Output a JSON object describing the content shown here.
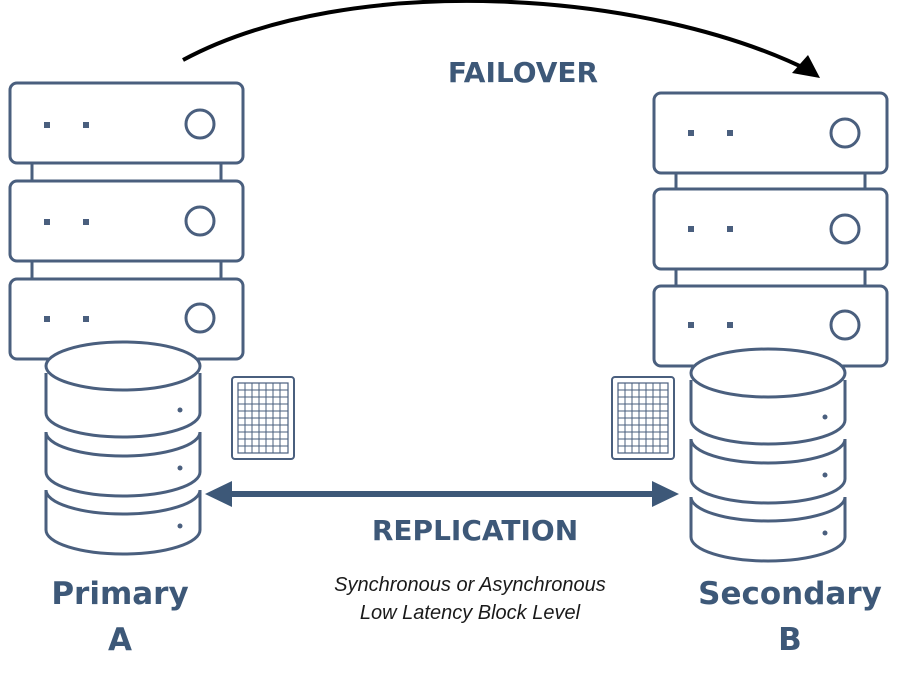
{
  "diagram": {
    "failover_label": "FAILOVER",
    "replication_label": "REPLICATION",
    "replication_caption": {
      "line1": "Synchronous or Asynchronous",
      "line2": "Low Latency Block Level"
    },
    "primary": {
      "name": "Primary",
      "id": "A"
    },
    "secondary": {
      "name": "Secondary",
      "id": "B"
    }
  },
  "colors": {
    "accent": "#3d5878",
    "stroke": "#4a5f7e",
    "fill": "#ffffff",
    "arrow": "#000000"
  }
}
